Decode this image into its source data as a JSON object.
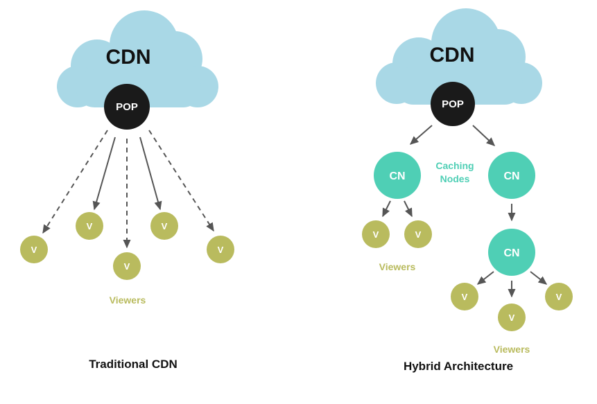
{
  "colors": {
    "cloud": "#a9d8e6",
    "pop": "#1a1a1a",
    "caching_node": "#4fcfb5",
    "viewer": "#b9bb5e",
    "arrow": "#555555",
    "text_dark": "#111111"
  },
  "left_diagram": {
    "cloud_label": "CDN",
    "pop_label": "POP",
    "viewer_label": "V",
    "viewers_label": "Viewers",
    "caption": "Traditional CDN"
  },
  "right_diagram": {
    "cloud_label": "CDN",
    "pop_label": "POP",
    "caching_node_label": "CN",
    "caching_nodes_line1": "Caching",
    "caching_nodes_line2": "Nodes",
    "viewer_label": "V",
    "viewers_label_left": "Viewers",
    "viewers_label_bottom": "Viewers",
    "caption": "Hybrid Architecture"
  }
}
